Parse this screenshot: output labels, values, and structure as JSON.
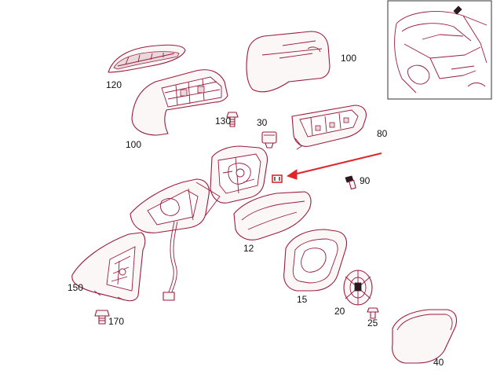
{
  "diagram": {
    "callouts": {
      "c120": "120",
      "c100a": "100",
      "c100b": "100",
      "c130": "130",
      "c30": "30",
      "c80": "80",
      "c90": "90",
      "c12": "12",
      "c150": "150",
      "c170": "170",
      "c15": "15",
      "c20": "20",
      "c25": "25",
      "c40": "40"
    },
    "colors": {
      "line": "#9a1c3c",
      "arrow": "#e0262b",
      "text": "#111111"
    },
    "icons": {
      "highlight": "red-highlight-box-icon",
      "arrow": "red-pointer-arrow-icon",
      "inset": "vehicle-location-inset-icon"
    }
  }
}
